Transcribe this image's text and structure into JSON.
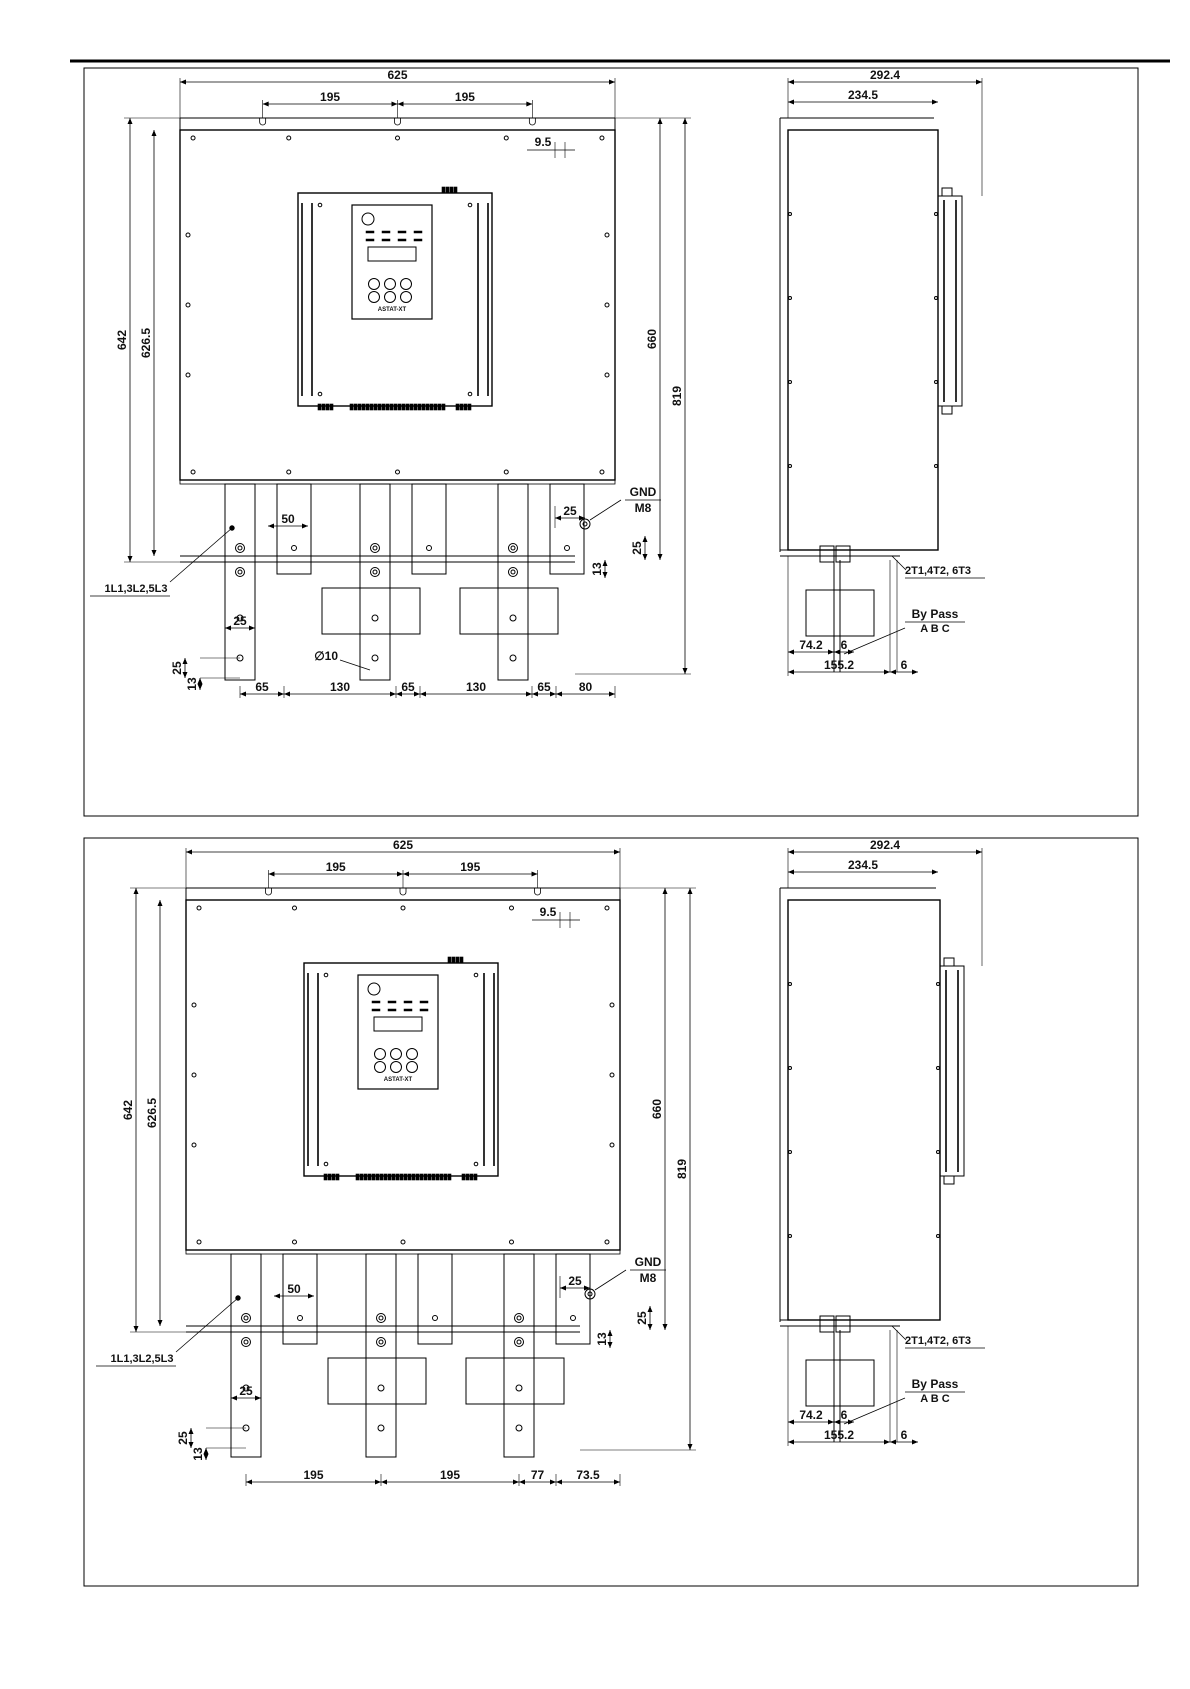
{
  "drawings": [
    {
      "front": {
        "width_total": "625",
        "mount_left": "195",
        "mount_right": "195",
        "slot": "9.5",
        "height_642": "642",
        "height_6265": "626.5",
        "height_660": "660",
        "height_819": "819",
        "bus_width": "50",
        "gnd_offset": "25",
        "gnd_label": "GND",
        "gnd_bolt": "M8",
        "gnd_vert": "25",
        "gnd_vert2": "13",
        "line_label": "1L1,3L2,5L3",
        "hole_dia": "∅10",
        "lug_width": "25",
        "lug_vert": "25",
        "lug_vert2": "13",
        "bottom_dims": [
          "65",
          "130",
          "65",
          "130",
          "65",
          "80"
        ],
        "keypad_brand": "ASTAT-XT"
      },
      "side": {
        "depth_total": "292.4",
        "depth_body": "234.5",
        "output_label": "2T1,4T2, 6T3",
        "bypass_label": "By Pass",
        "bypass_phases": "A B C",
        "dim_742": "74.2",
        "dim_6a": "6",
        "dim_1552": "155.2",
        "dim_6b": "6"
      }
    },
    {
      "front": {
        "width_total": "625",
        "mount_left": "195",
        "mount_right": "195",
        "slot": "9.5",
        "height_642": "642",
        "height_6265": "626.5",
        "height_660": "660",
        "height_819": "819",
        "bus_width": "50",
        "gnd_offset": "25",
        "gnd_label": "GND",
        "gnd_bolt": "M8",
        "gnd_vert": "25",
        "gnd_vert2": "13",
        "line_label": "1L1,3L2,5L3",
        "lug_width": "25",
        "lug_vert": "25",
        "lug_vert2": "13",
        "bottom_dims": [
          "195",
          "195",
          "77",
          "73.5"
        ],
        "keypad_brand": "ASTAT-XT"
      },
      "side": {
        "depth_total": "292.4",
        "depth_body": "234.5",
        "output_label": "2T1,4T2, 6T3",
        "bypass_label": "By Pass",
        "bypass_phases": "A B C",
        "dim_742": "74.2",
        "dim_6a": "6",
        "dim_1552": "155.2",
        "dim_6b": "6"
      }
    }
  ]
}
